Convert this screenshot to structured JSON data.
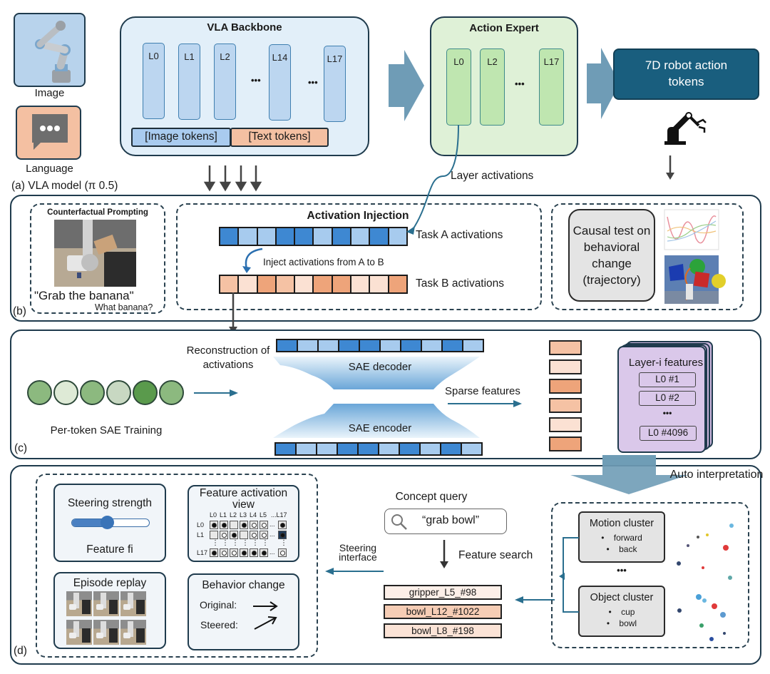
{
  "section_a": {
    "inputs": {
      "image_label": "Image",
      "language_label": "Language"
    },
    "caption": "(a)  VLA model (π 0.5)",
    "backbone": {
      "title": "VLA Backbone",
      "layers": [
        "L0",
        "L1",
        "L2",
        "L14",
        "L17"
      ],
      "ellipsis": "•••",
      "image_tokens": "[Image tokens]",
      "text_tokens": "[Text tokens]"
    },
    "action_expert": {
      "title": "Action Expert",
      "layers": [
        "L0",
        "L2",
        "L17"
      ],
      "ellipsis": "•••"
    },
    "output": "7D robot action tokens",
    "layer_activations_label": "Layer activations",
    "icons": {
      "image": "robot-arm-photo",
      "language": "chat-bubble-icon",
      "output": "industrial-robot-arm-icon"
    }
  },
  "section_b": {
    "caption": "(b)",
    "counterfactual": {
      "title": "Counterfactual Prompting",
      "prompt": "\"Grab the banana\"",
      "response": "What banana?"
    },
    "injection": {
      "title": "Activation Injection",
      "task_a_label": "Task A activations",
      "task_b_label": "Task B activations",
      "inject_label": "Inject activations from A to B",
      "task_a_cells": [
        "dark",
        "light",
        "light",
        "dark",
        "dark",
        "light",
        "dark",
        "light",
        "dark",
        "light"
      ],
      "task_b_cells": [
        "mid",
        "pale",
        "dark",
        "mid",
        "pale",
        "dark",
        "dark",
        "pale",
        "pale",
        "dark"
      ]
    },
    "causal_test": "Causal test on behavioral change (trajectory)"
  },
  "section_c": {
    "caption": "(c)",
    "training_label": "Per-token SAE Training",
    "token_shades": [
      "#8cb97f",
      "#deead6",
      "#8cb97f",
      "#c8d8c2",
      "#5a9a4c",
      "#8cb97f"
    ],
    "reconstruction_label": "Reconstruction of activations",
    "decoder_label": "SAE decoder",
    "encoder_label": "SAE encoder",
    "sparse_label": "Sparse features",
    "activation_cells": [
      "dark",
      "light",
      "light",
      "dark",
      "dark",
      "light",
      "dark",
      "light",
      "dark",
      "light"
    ],
    "sparse_cells": [
      "mid",
      "pale",
      "dark",
      "mid",
      "pale",
      "dark"
    ],
    "features_card": {
      "title": "Layer-i features",
      "items": [
        "L0 #1",
        "L0 #2",
        "L0 #4096"
      ],
      "ellipsis": "•••"
    }
  },
  "section_d": {
    "caption": "(d)",
    "steering": {
      "title": "Steering strength",
      "feature_label": "Feature fi",
      "slider_value": 0.45
    },
    "activation_view": {
      "title": "Feature activation view",
      "col_headers": [
        "L0",
        "L1",
        "L2",
        "L3",
        "L4",
        "L5",
        "...L17"
      ],
      "rows": [
        {
          "label": "L0",
          "cells": [
            "filled",
            "filled",
            "empty",
            "filled",
            "ring",
            "ring",
            "filled"
          ]
        },
        {
          "label": "L1",
          "cells": [
            "empty",
            "ring",
            "filled",
            "empty",
            "ring",
            "ring",
            "selected"
          ]
        },
        {
          "label": "L17",
          "cells": [
            "filled",
            "ring",
            "ring",
            "filled",
            "filled",
            "filled",
            "ring"
          ]
        }
      ]
    },
    "episode_replay": "Episode replay",
    "behavior": {
      "title": "Behavior change",
      "original": "Original:",
      "steered": "Steered:"
    },
    "concept_query": {
      "title": "Concept query",
      "query": "“grab bowl”"
    },
    "feature_search_label": "Feature search",
    "steering_interface_label": "Steering interface",
    "results": [
      "gripper_L5_#98",
      "bowl_L12_#1022",
      "bowl_L8_#198"
    ],
    "auto_interpretation": "Auto interpretation",
    "clusters": [
      {
        "title": "Motion cluster",
        "items": [
          "forward",
          "back"
        ]
      },
      {
        "title": "Object cluster",
        "items": [
          "cup",
          "bowl"
        ]
      }
    ],
    "cluster_ellipsis": "•••"
  }
}
